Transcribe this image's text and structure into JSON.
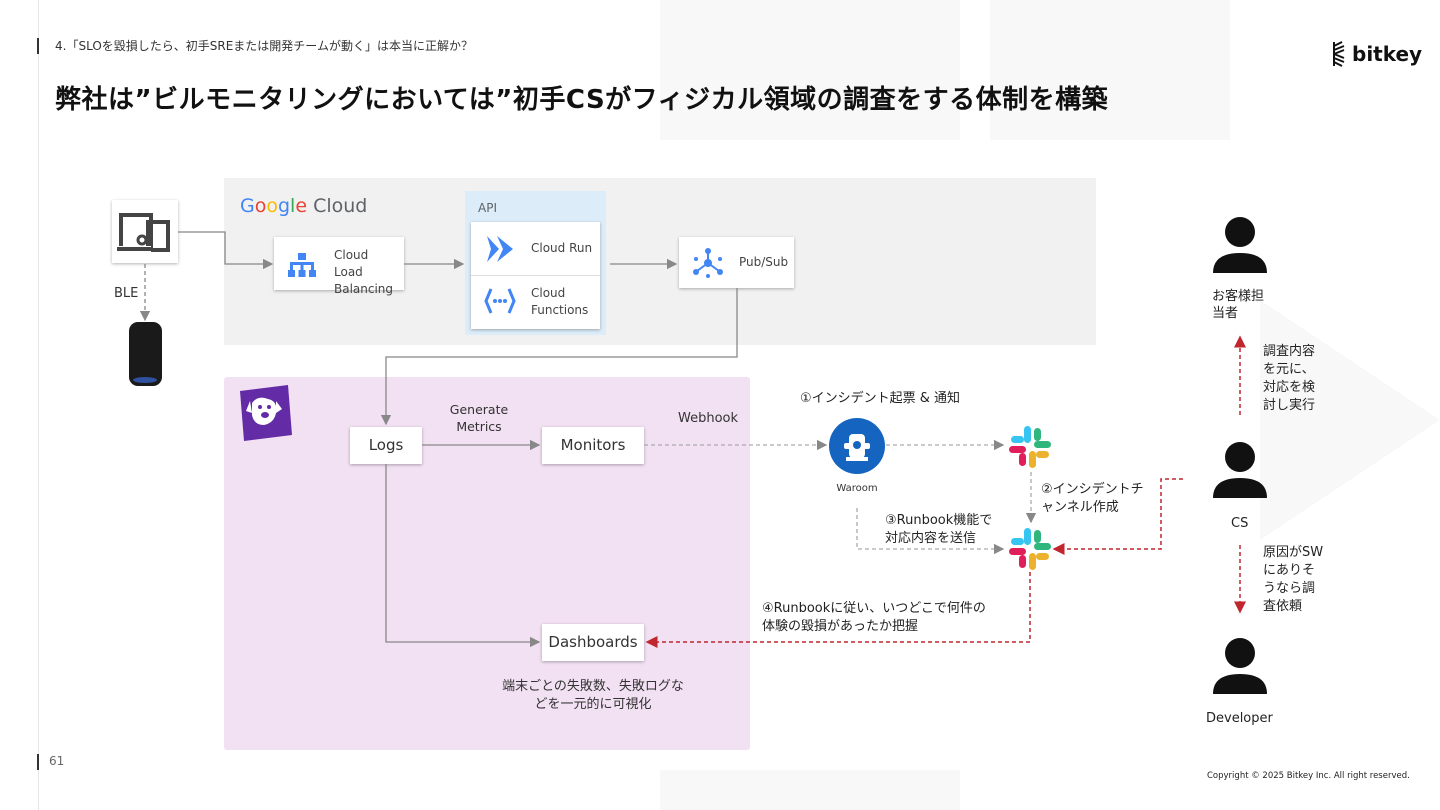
{
  "header": {
    "section": "4.「SLOを毀損したら、初手SREまたは開発チームが動く」は本当に正解か？",
    "title": "弊社は”ビルモニタリングにおいては”初手CSがフィジカル領域の調査をする体制を構築",
    "logo": "bitkey"
  },
  "footer": {
    "page": "61",
    "copyright": "Copyright © 2025 Bitkey Inc. All right reserved."
  },
  "diagram": {
    "device": {
      "label": "BLE"
    },
    "google_cloud": {
      "name": "Google Cloud",
      "brand_colors": [
        "#4285F4",
        "#EA4335",
        "#FBBC05",
        "#34A853"
      ]
    },
    "api": {
      "label": "API",
      "services": [
        "Cloud Run",
        "Cloud Functions"
      ]
    },
    "load_balancer": "Cloud Load Balancing",
    "pubsub": "Pub/Sub",
    "datadog": {
      "logs": "Logs",
      "generate_metrics": "Generate Metrics",
      "monitors": "Monitors",
      "dashboards": "Dashboards",
      "dashboards_note": "端末ごとの失敗数、失敗ログなどを一元的に可視化"
    },
    "webhook": "Webhook",
    "waroom": "Waroom",
    "steps": {
      "s1": "①インシデント起票 & 通知",
      "s2": "②インシデントチャンネル作成",
      "s3": "③Runbook機能で対応内容を送信",
      "s4": "④Runbookに従い、いつどこで何件の体験の毀損があったか把握"
    },
    "people": {
      "customer": "お客様担当者",
      "cs": "CS",
      "developer": "Developer",
      "cs_to_customer": "調査内容を元に、対応を検討し実行",
      "cs_to_developer": "原因がSWにありそうなら調査依頼"
    },
    "colors": {
      "gc_panel": "#f1f1f1",
      "datadog_panel": "#f2e0f3",
      "api_panel": "#dcecf8",
      "waroom": "#1565c0",
      "alert_arrow": "#c0262d"
    }
  }
}
